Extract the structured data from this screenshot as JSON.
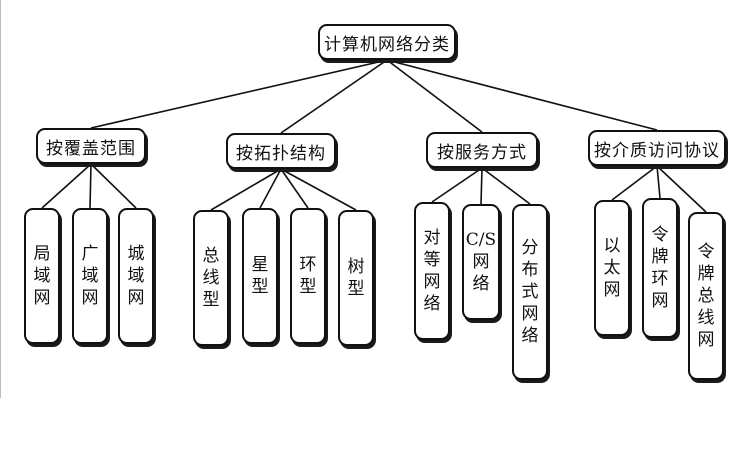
{
  "title": "计算机网络分类",
  "colors": {
    "line": "#111111",
    "box_border": "#111111",
    "box_fill": "#ffffff",
    "text": "#111111"
  },
  "categories": [
    {
      "label": "按覆盖范围",
      "leaves": [
        "局域网",
        "广域网",
        "城域网"
      ]
    },
    {
      "label": "按拓扑结构",
      "leaves": [
        "总线型",
        "星型",
        "环型",
        "树型"
      ]
    },
    {
      "label": "按服务方式",
      "leaves": [
        "对等网络",
        "C/S网络",
        "分布式网络"
      ]
    },
    {
      "label": "按介质访问协议",
      "leaves": [
        "以太网",
        "令牌环网",
        "令牌总线网"
      ]
    }
  ]
}
